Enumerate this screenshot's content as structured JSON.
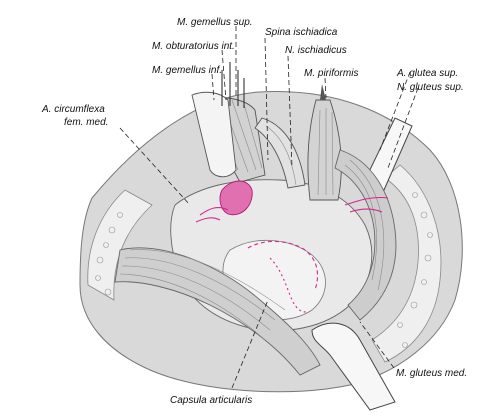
{
  "labels": {
    "gemellus_sup": "M. gemellus sup.",
    "spina_ischiadica": "Spina ischiadica",
    "obturatorius_int": "M. obturatorius int.",
    "ischiadicus": "N. ischiadicus",
    "gemellus_inf": "M. gemellus inf.",
    "piriformis": "M. piriformis",
    "glutea_sup": "A. glutea sup.",
    "gluteus_sup_nerve": "N. gluteus sup.",
    "circumflexa_line1": "A. circumflexa",
    "circumflexa_line2": "fem. med.",
    "gluteus_med": "M. gluteus med.",
    "capsula": "Capsula articularis"
  },
  "colors": {
    "accent_magenta": "#d6268f",
    "ink": "#111111",
    "tissue_light": "#e6e6e6",
    "tissue_mid": "#c9c9c9",
    "tissue_dark": "#8f8f8f"
  }
}
